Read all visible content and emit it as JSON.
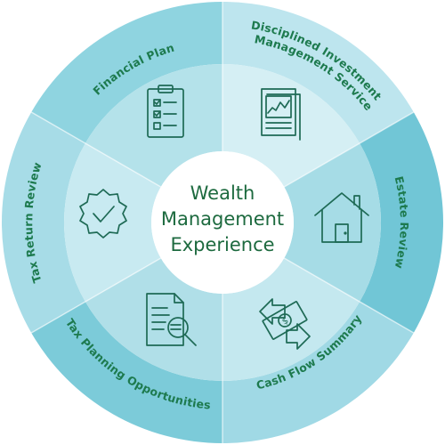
{
  "diagram": {
    "center_title": [
      "Wealth",
      "Management",
      "Experience"
    ],
    "segments": [
      {
        "label": "Financial Plan",
        "icon": "clipboard-checklist-icon",
        "outer_color": "#8fd4e0",
        "inner_color": "#b4e2ea"
      },
      {
        "label": [
          "Disciplined Investment",
          "Management Service"
        ],
        "icon": "investment-report-icon",
        "outer_color": "#bde5ee",
        "inner_color": "#d5eff4"
      },
      {
        "label": "Estate Review",
        "icon": "house-icon",
        "outer_color": "#71c6d6",
        "inner_color": "#a6dce6"
      },
      {
        "label": "Cash Flow Summary",
        "icon": "cash-flow-icon",
        "outer_color": "#a0d9e5",
        "inner_color": "#c4e8ef"
      },
      {
        "label": "Tax Planning Opportunities",
        "icon": "document-magnifier-icon",
        "outer_color": "#7ccbd9",
        "inner_color": "#b0dfe8"
      },
      {
        "label": "Tax Return Review",
        "icon": "checkmark-badge-icon",
        "outer_color": "#a7dce7",
        "inner_color": "#c8eaf1"
      }
    ]
  }
}
